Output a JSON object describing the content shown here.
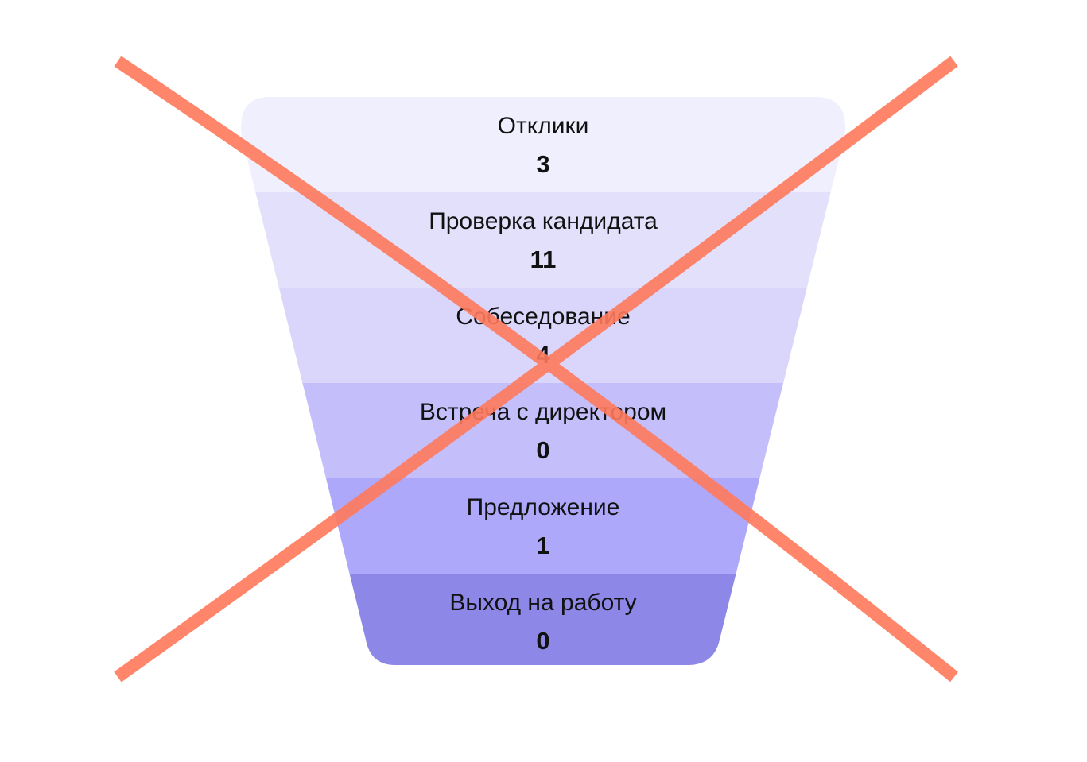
{
  "chart_data": {
    "type": "funnel",
    "title": "",
    "categories": [
      "Отклики",
      "Проверка кандидата",
      "Собеседование",
      "Встреча с директором",
      "Предложение",
      "Выход на работу"
    ],
    "values": [
      3,
      11,
      4,
      0,
      1,
      0
    ],
    "colors": [
      "#f0effd",
      "#e2e0fa",
      "#d9d5fb",
      "#c4bffb",
      "#aea8fb",
      "#8d87e8"
    ],
    "overlay": "crossed-out",
    "overlay_color": "#ff7a5c"
  }
}
